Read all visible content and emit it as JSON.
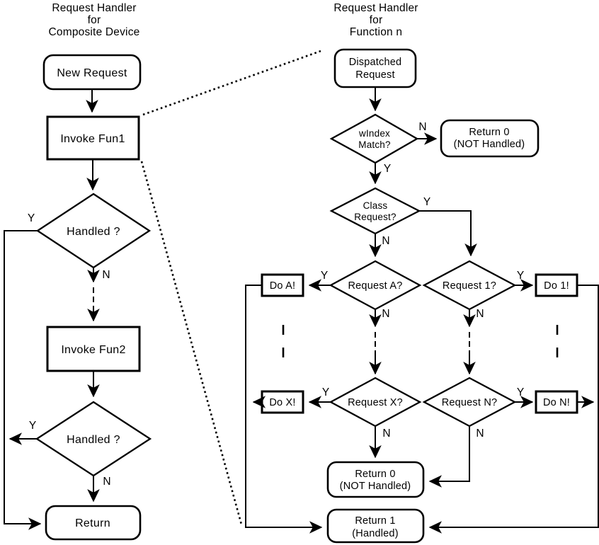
{
  "left": {
    "title_lines": [
      "Request Handler",
      "for",
      "Composite Device"
    ],
    "nodes": {
      "new_request": "New Request",
      "invoke_fun1": "Invoke Fun1",
      "handled_1": "Handled ?",
      "invoke_fun2": "Invoke Fun2",
      "handled_2": "Handled ?",
      "return_label": "Return"
    }
  },
  "right": {
    "title_lines": [
      "Request Handler",
      "for",
      "Function n"
    ],
    "nodes": {
      "dispatched": [
        "Dispatched",
        "Request"
      ],
      "windex": [
        "wIndex",
        "Match?"
      ],
      "return0_a": [
        "Return 0",
        "(NOT Handled)"
      ],
      "class_request": [
        "Class",
        "Request?"
      ],
      "request_a": "Request A?",
      "do_a": "Do A!",
      "request_1": "Request 1?",
      "do_1": "Do 1!",
      "request_x": "Request X?",
      "do_x": "Do X!",
      "request_n": "Request N?",
      "do_n": "Do N!",
      "return0_b": [
        "Return 0",
        "(NOT Handled)"
      ],
      "return1": [
        "Return 1",
        "(Handled)"
      ]
    }
  },
  "labels": {
    "yes": "Y",
    "no": "N"
  },
  "colors": {
    "ink": "#000000",
    "bg": "#ffffff"
  }
}
